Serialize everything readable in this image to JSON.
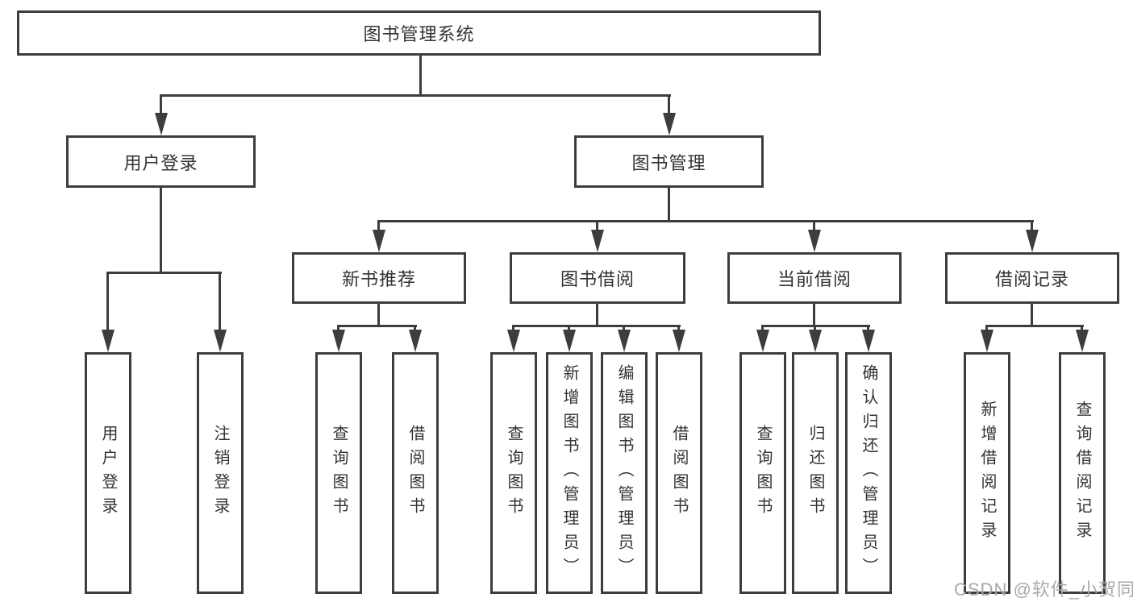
{
  "tree": {
    "root": {
      "label": "图书管理系统",
      "children": [
        {
          "label": "用户登录",
          "children": [
            "用户登录",
            "注销登录"
          ]
        },
        {
          "label": "图书管理",
          "children": [
            {
              "label": "新书推荐",
              "children": [
                "查询图书",
                "借阅图书"
              ]
            },
            {
              "label": "图书借阅",
              "children": [
                "查询图书",
                "新增图书（管理员）",
                "编辑图书（管理员）",
                "借阅图书"
              ]
            },
            {
              "label": "当前借阅",
              "children": [
                "查询图书",
                "归还图书",
                "确认归还（管理员）"
              ]
            },
            {
              "label": "借阅记录",
              "children": [
                "新增借阅记录",
                "查询借阅记录"
              ]
            }
          ]
        }
      ]
    }
  },
  "watermark": "CSDN @软件_小贺同学",
  "colors": {
    "line": "#3d3d3d",
    "text": "#333333",
    "watermark": "#a9a9a9",
    "bg": "#ffffff"
  }
}
